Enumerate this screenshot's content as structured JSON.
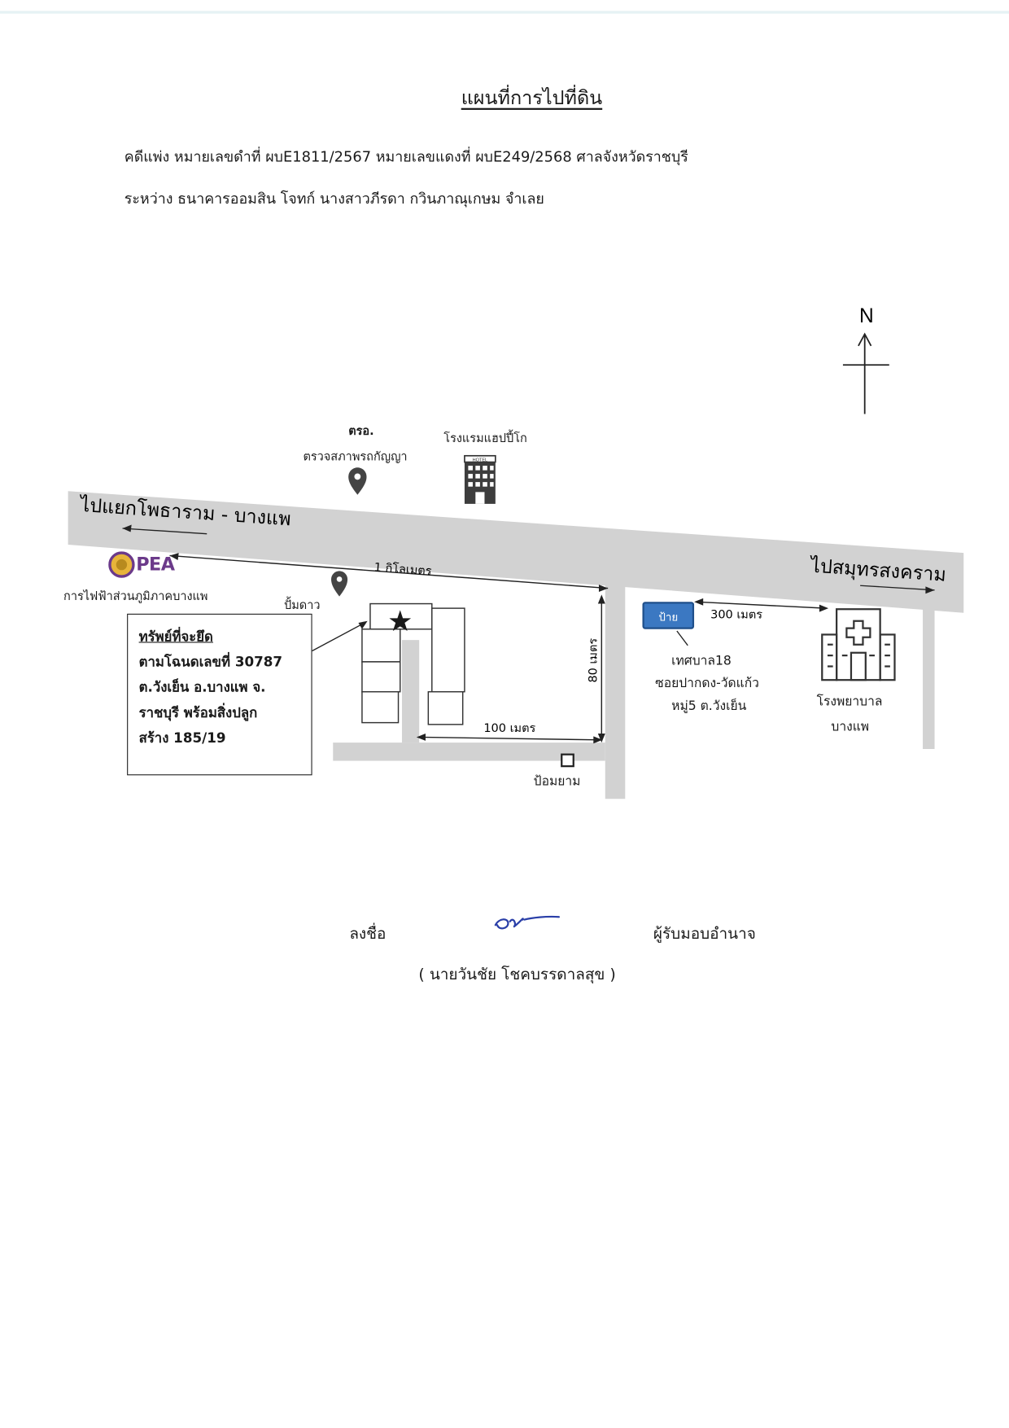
{
  "title": "แผนที่การไปที่ดิน",
  "header": {
    "line1": "คดีแพ่ง หมายเลขดำที่ ผบE1811/2567 หมายเลขแดงที่ ผบE249/2568 ศาลจังหวัดราชบุรี",
    "line2": "ระหว่าง ธนาคารออมสิน โจทก์  นางสาวภีรดา กวินภาณุเกษม จำเลย"
  },
  "compass": {
    "label": "N"
  },
  "map": {
    "landmarks": {
      "police_abbr": "ตรอ.",
      "police_full": "ตรวจสภาพรถกัญญา",
      "hotel": "โรงแรมแฮปปี้โก",
      "hotel_sign": "HOTEL",
      "pea_logo_text": "PEA",
      "pea_office": "การไฟฟ้าส่วนภูมิภาคบางแพ",
      "gas_station": "ปั้มดาว",
      "guard_post": "ป้อมยาม",
      "hospital_line1": "โรงพยาบาล",
      "hospital_line2": "บางแพ",
      "sign_label": "ป้าย",
      "municipal_line1": "เทศบาล18",
      "municipal_line2": "ซอยปากดง-วัดแก้ว",
      "municipal_line3": "หมู่5 ต.วังเย็น"
    },
    "roads": {
      "to_west": "ไปแยกโพธาราม - บางแพ",
      "to_east": "ไปสมุทรสงคราม"
    },
    "distances": {
      "main": "1 กิโลเมตร",
      "side": "80 เมตร",
      "bottom": "100 เมตร",
      "sign_to_hospital": "300 เมตร"
    },
    "property": {
      "title": "ทรัพย์ที่จะยึด",
      "line1": "ตามโฉนดเลขที่ 30787",
      "line2": "ต.วังเย็น อ.บางแพ จ.",
      "line3": "ราชบุรี พร้อมสิ่งปลูก",
      "line4": "สร้าง 185/19"
    },
    "colors": {
      "road": "#d2d2d2",
      "sign": "#3b78c2",
      "pea": "#6b3a8a"
    }
  },
  "signature": {
    "sign_label": "ลงชื่อ",
    "role": "ผู้รับมอบอำนาจ",
    "name": "( นายวันชัย  โชคบรรดาลสุข )"
  }
}
